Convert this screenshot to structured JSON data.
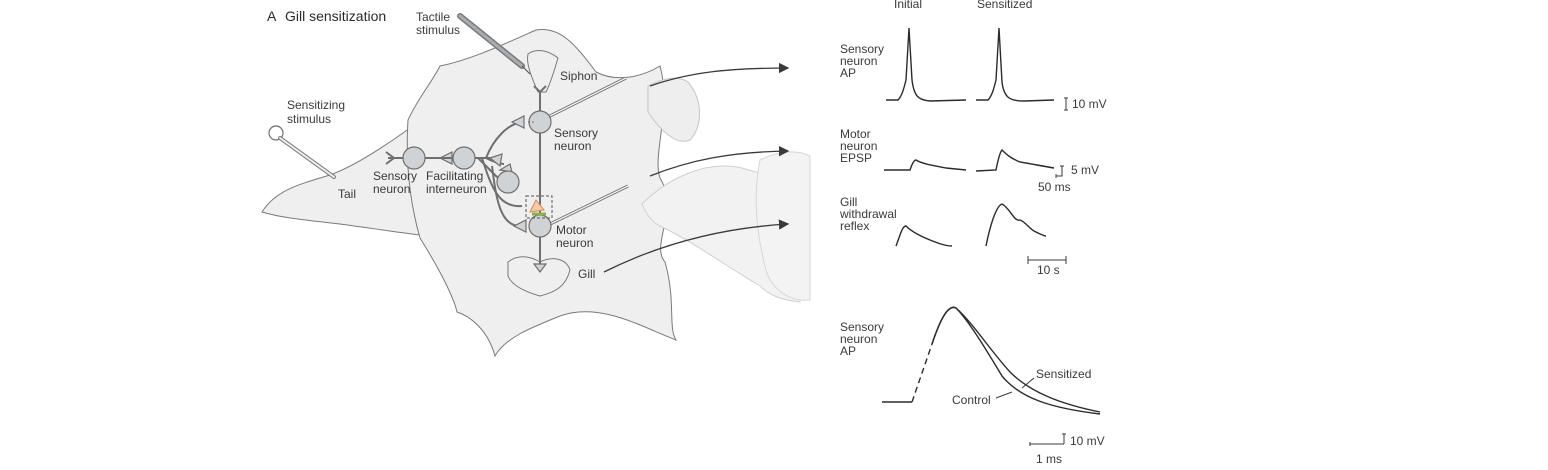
{
  "panel": {
    "letter": "A",
    "title": "Gill sensitization"
  },
  "diagram": {
    "tactile_stimulus": [
      "Tactile",
      "stimulus"
    ],
    "siphon": "Siphon",
    "sensitizing_stimulus": [
      "Sensitizing",
      "stimulus"
    ],
    "tail": "Tail",
    "sensory_neuron_left": [
      "Sensory",
      "neuron"
    ],
    "facilitating_interneuron": [
      "Facilitating",
      "interneuron"
    ],
    "sensory_neuron_right": [
      "Sensory",
      "neuron"
    ],
    "motor_neuron": [
      "Motor",
      "neuron"
    ],
    "gill": "Gill"
  },
  "recordings": {
    "col_initial": "Initial",
    "col_sensitized": "Sensitized",
    "row_sensory_ap": [
      "Sensory",
      "neuron",
      "AP"
    ],
    "row_motor_epsp": [
      "Motor",
      "neuron",
      "EPSP"
    ],
    "row_gill_reflex": [
      "Gill",
      "withdrawal",
      "reflex"
    ],
    "scale_10mv": "10 mV",
    "scale_5mv": "5 mV",
    "scale_50ms": "50 ms",
    "scale_10s": "10 s"
  },
  "ap_overlay": {
    "row_label": [
      "Sensory",
      "neuron",
      "AP"
    ],
    "sensitized_label": "Sensitized",
    "control_label": "Control",
    "scale_10mv": "10 mV",
    "scale_1ms": "1 ms"
  },
  "colors": {
    "body": "#efefef",
    "outline": "#7a7a7a",
    "neuron": "#cfd3d6",
    "synapse_highlight": "#f6c9a8",
    "synapse_green": "#8fb04a",
    "trace": "#2b2b2b"
  }
}
